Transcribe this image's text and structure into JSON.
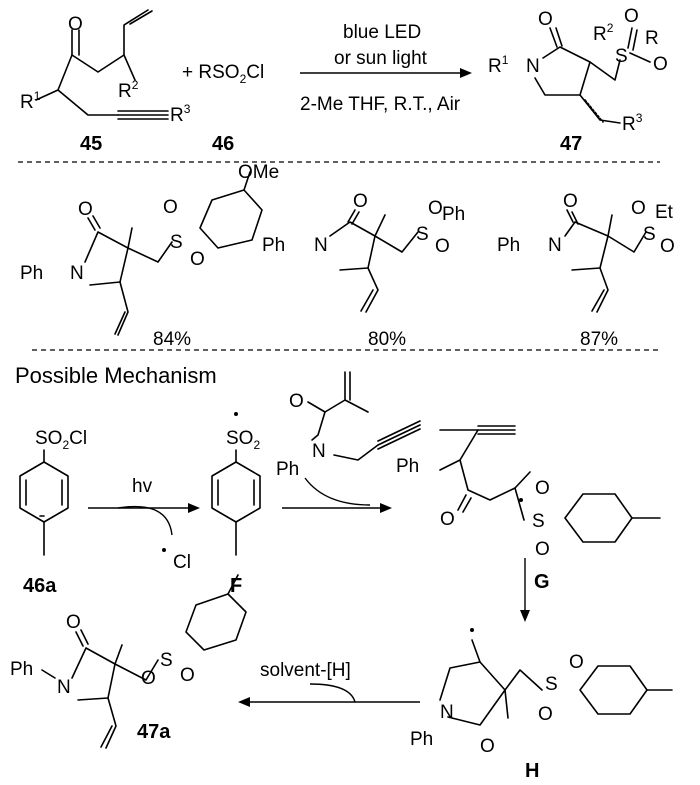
{
  "top_reaction": {
    "reactant_label": "45",
    "reagent_label": "46",
    "product_label": "47",
    "reagent_prefix": "+ RSO",
    "reagent_sub": "2",
    "reagent_suffix": "Cl",
    "conditions_line1": "blue LED",
    "conditions_line2": "or sun light",
    "conditions_line3": "2-Me THF, R.T., Air",
    "groups": {
      "r": "R",
      "sup1": "1",
      "sup2": "2",
      "sup3": "3",
      "o": "O",
      "n": "N",
      "s": "S"
    }
  },
  "examples": [
    {
      "substituent": "OMe",
      "yield": "84%"
    },
    {
      "substituent": "Ph",
      "yield": "80%"
    },
    {
      "substituent": "Et",
      "yield": "87%"
    }
  ],
  "mechanism": {
    "heading": "Possible Mechanism",
    "reagent_46a_group": "SO",
    "reagent_46a_sub": "2",
    "reagent_46a_suffix": "Cl",
    "label_46a": "46a",
    "step1_condition": "hv",
    "chloride_label": "Cl",
    "radical_F_group": "SO",
    "radical_F_sub": "2",
    "label_F": "F",
    "label_G": "G",
    "label_H": "H",
    "label_47a": "47a",
    "final_condition": "solvent-[H]",
    "ph": "Ph"
  }
}
